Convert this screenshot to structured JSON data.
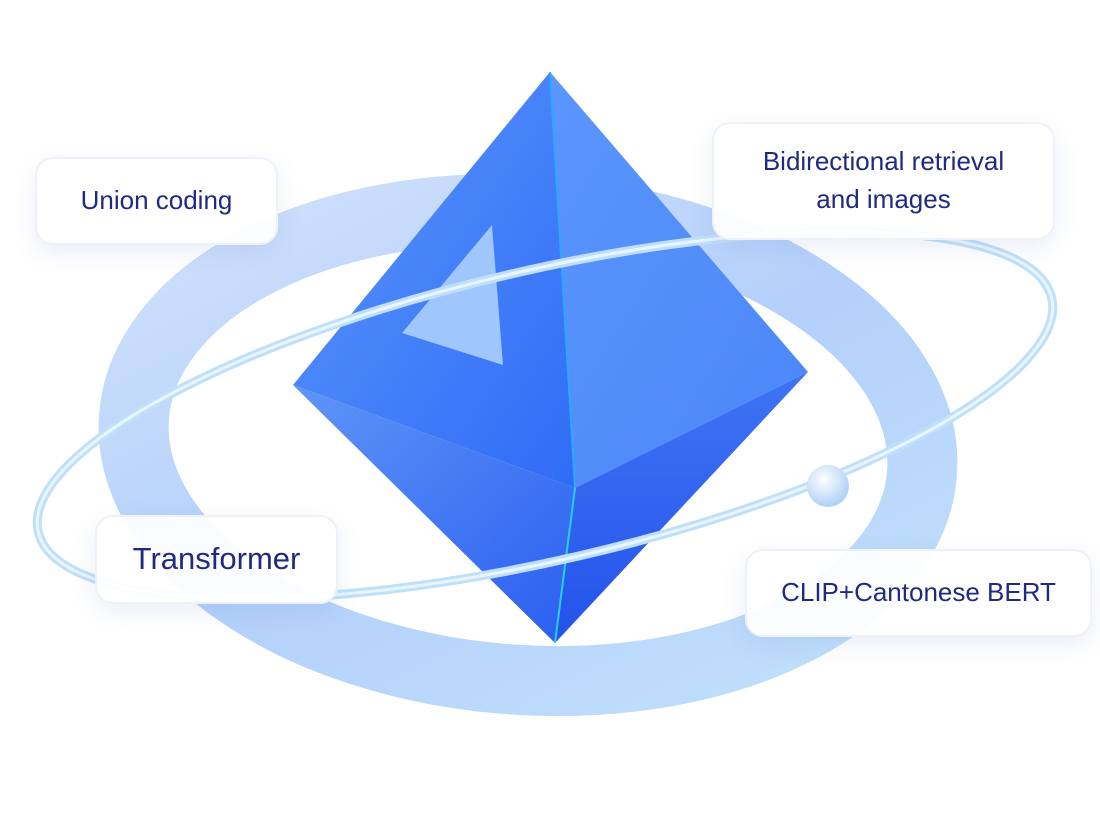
{
  "labels": {
    "union_coding": "Union coding",
    "bidirectional_line1": "Bidirectional retrieval",
    "bidirectional_line2": "and images",
    "transformer": "Transformer",
    "clip_bert": "CLIP+Cantonese BERT"
  },
  "colors": {
    "text": "#1f2a80",
    "gem_main": "#3f7bfa",
    "ring": "#a9cdfb"
  }
}
